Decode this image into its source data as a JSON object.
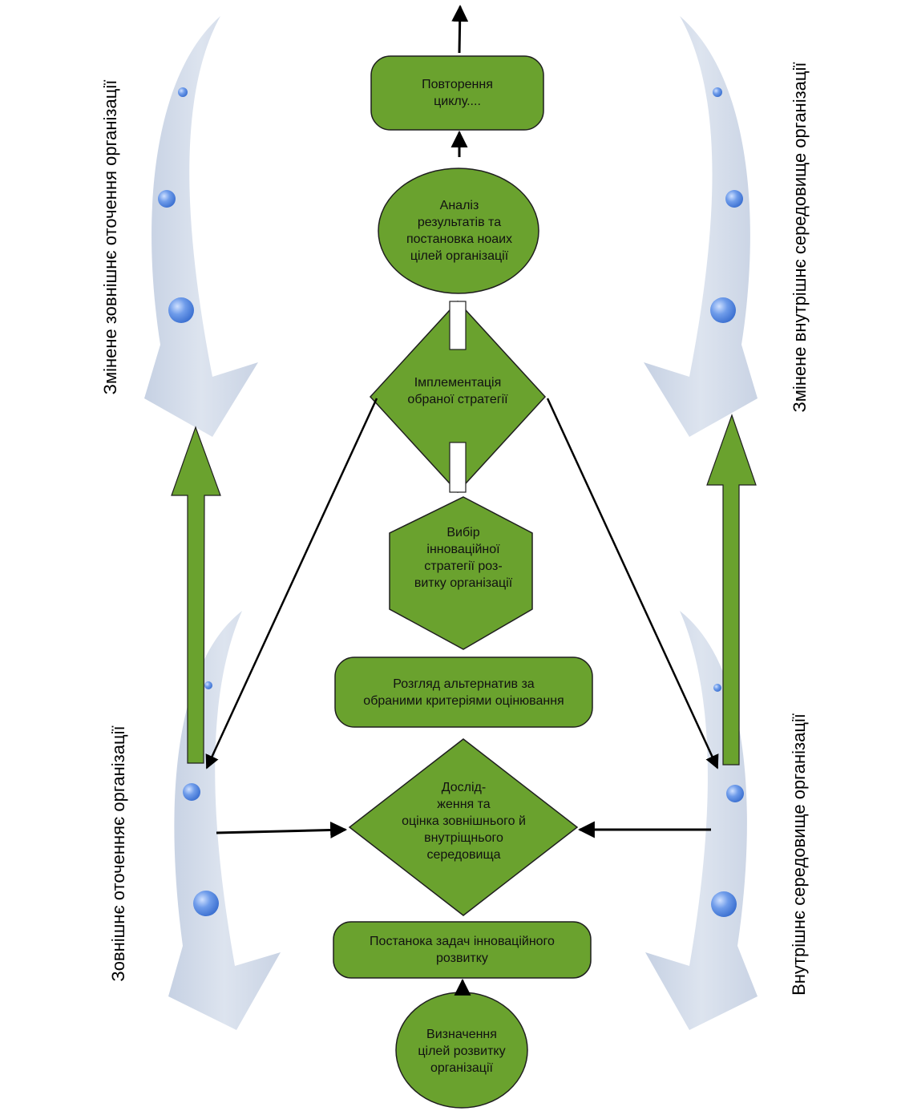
{
  "colors": {
    "node_fill": "#6aa22e",
    "node_stroke": "#1f1f1f",
    "flow_arrow": "#000000",
    "swoosh_fill": "#d0d9e8",
    "bubble": "#5f8fe0"
  },
  "nodes": {
    "repeat": "Повторення\nциклу....",
    "analysis": "Аналіз\nрезультатів та\nпостановка ноаих\nцілей організації",
    "implementation": "Імплементація\nобраної стратегії",
    "strategy_choice": "Вибір\nінноваційної\nстратегії роз-\nвитку організації",
    "alternatives": "Розгляд альтернатив за\nобраними критеріями оцінювання",
    "research": "Дослід-\nження та\nоцінка зовнішнього й\nвнутріщнього\nсередовища",
    "tasks": "Постанока задач інноваційного\nрозвитку",
    "goals": "Визначення\nцілей розвитку\nорганізації"
  },
  "side_labels": {
    "top_left": "Змінене зовнішнє оточення організації",
    "top_right": "Змінене внутрішнє середовище організації",
    "bottom_left": "Зовнішнє оточенняє організації",
    "bottom_right": "Внутрішнє середовище організації"
  }
}
